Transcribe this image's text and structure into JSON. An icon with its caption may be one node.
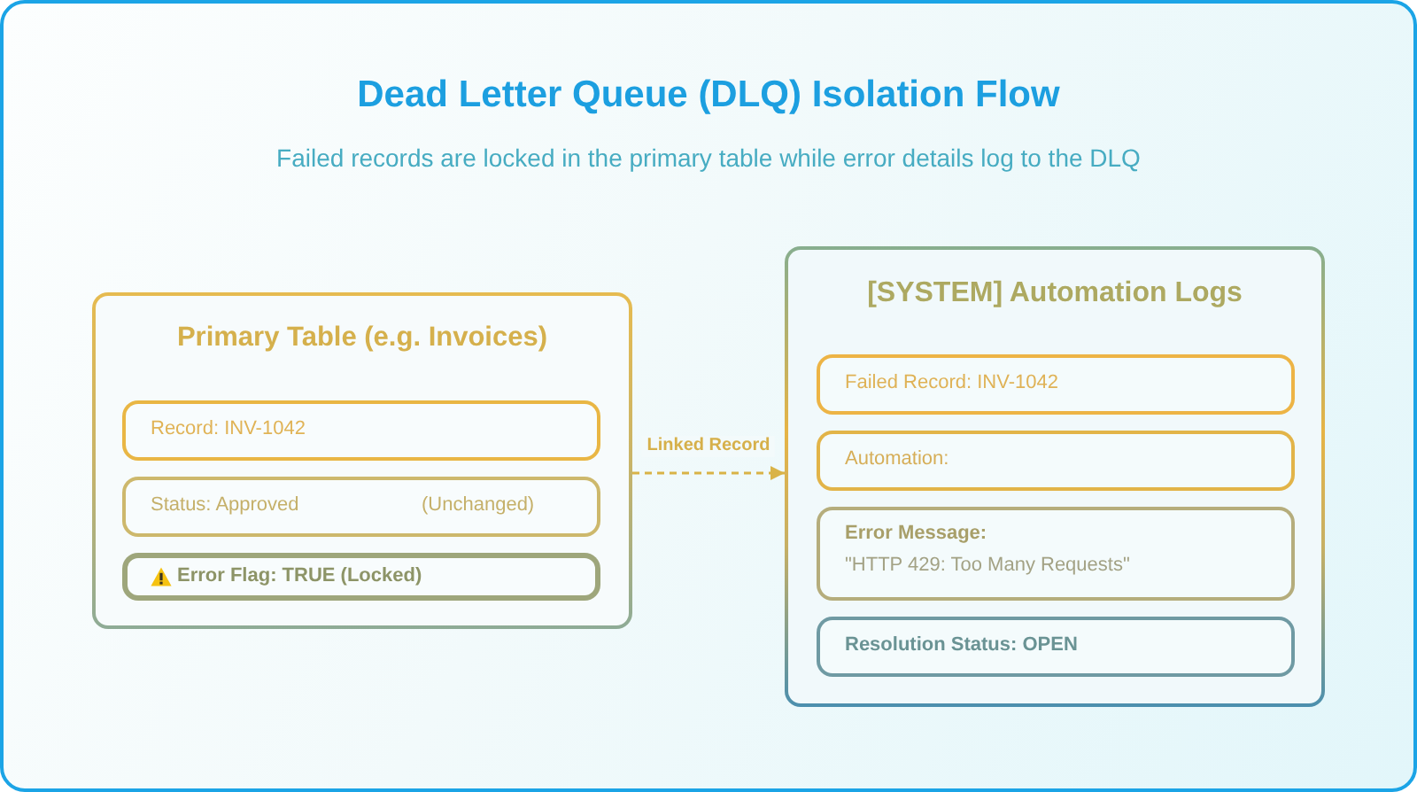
{
  "diagram": {
    "title": "Dead Letter Queue (DLQ) Isolation Flow",
    "nodes": [
      {
        "text": [
          "Primary Table (e.g. Invoices)"
        ]
      },
      {
        "text": [
          "Record: INV-1042"
        ],
        "in": 0
      },
      {
        "text": [
          "Status: Approved",
          "(Unchanged)"
        ],
        "in": 0
      },
      {
        "text": [
          "Error Flag: TRUE (Locked)"
        ],
        "in": 0
      },
      {
        "text": [
          "[SYSTEM] Automation Logs"
        ]
      },
      {
        "text": [
          "Failed Record: INV-1042"
        ],
        "in": 4
      },
      {
        "text": [
          "Automation:"
        ],
        "in": 4
      },
      {
        "text": [
          "Error Message:",
          "\"HTTP 429: Too Many Requests\""
        ],
        "in": 4
      },
      {
        "text": [
          "Resolution Status: OPEN"
        ],
        "in": 4
      }
    ],
    "edges": [
      {
        "from": 0,
        "to": 4,
        "arrow": "to",
        "label": "Linked Record",
        "style": "dashed"
      }
    ],
    "labels": [
      "Failed records are locked in the primary table while error details log to the DLQ"
    ]
  }
}
